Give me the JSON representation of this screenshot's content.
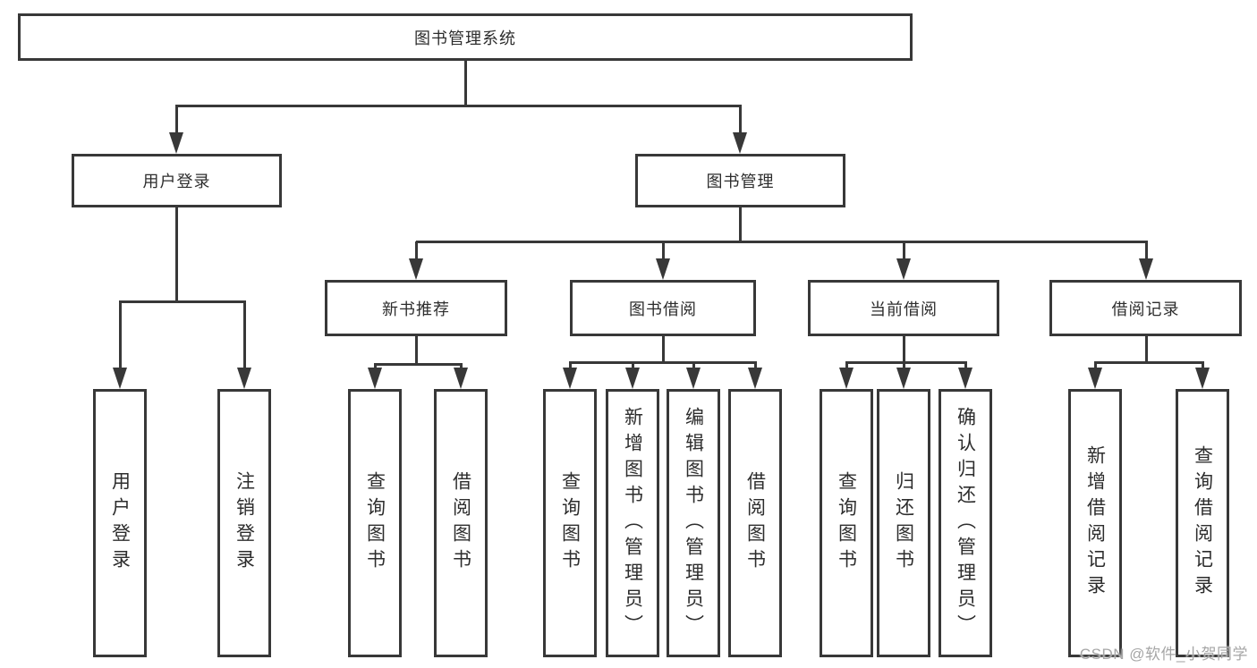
{
  "tree": {
    "label": "图书管理系统",
    "children": [
      {
        "label": "用户登录",
        "children": [
          {
            "label": "用户登录"
          },
          {
            "label": "注销登录"
          }
        ]
      },
      {
        "label": "图书管理",
        "children": [
          {
            "label": "新书推荐",
            "children": [
              {
                "label": "查询图书"
              },
              {
                "label": "借阅图书"
              }
            ]
          },
          {
            "label": "图书借阅",
            "children": [
              {
                "label": "查询图书"
              },
              {
                "label": "新增图书（管理员）"
              },
              {
                "label": "编辑图书（管理员）"
              },
              {
                "label": "借阅图书"
              }
            ]
          },
          {
            "label": "当前借阅",
            "children": [
              {
                "label": "查询图书"
              },
              {
                "label": "归还图书"
              },
              {
                "label": "确认归还（管理员）"
              }
            ]
          },
          {
            "label": "借阅记录",
            "children": [
              {
                "label": "新增借阅记录"
              },
              {
                "label": "查询借阅记录"
              }
            ]
          }
        ]
      }
    ]
  },
  "watermark": "CSDN @软件_小贺同学",
  "colors": {
    "line": "#383838",
    "text": "#2d2d2d",
    "watermark": "#a6a6a6",
    "background": "#ffffff"
  }
}
